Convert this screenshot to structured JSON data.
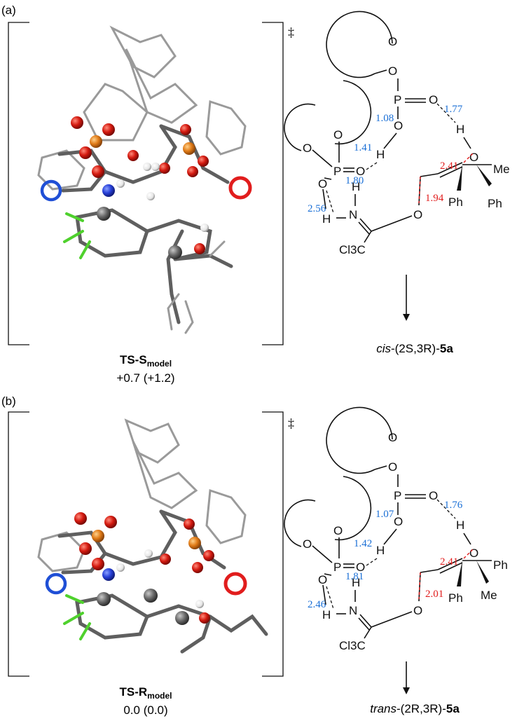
{
  "panels": [
    {
      "label": "(a)",
      "dagger": "‡",
      "ts_name": "TS-S",
      "ts_sub": "model",
      "energy": "+0.7 (+1.2)",
      "product_prefix": "cis",
      "product_config": "-(2S,3R)-",
      "product_id": "5a",
      "hbond_blue": [
        "1.77",
        "1.08",
        "1.41",
        "1.80",
        "2.56"
      ],
      "dist_red": [
        "2.41",
        "1.94"
      ],
      "sub_right_1": "Me",
      "sub_right_2": "Ph",
      "sub_vinyl": "Ph"
    },
    {
      "label": "(b)",
      "dagger": "‡",
      "ts_name": "TS-R",
      "ts_sub": "model",
      "energy": "0.0 (0.0)",
      "product_prefix": "trans",
      "product_config": "-(2R,3R)-",
      "product_id": "5a",
      "hbond_blue": [
        "1.76",
        "1.07",
        "1.42",
        "1.81",
        "2.46"
      ],
      "dist_red": [
        "2.41",
        "2.01"
      ],
      "sub_right_1": "Ph",
      "sub_right_2": "Me",
      "sub_vinyl": "Ph"
    }
  ],
  "atoms": {
    "O": "O",
    "P": "P",
    "H": "H",
    "N": "N",
    "cl3c": "Cl3C"
  },
  "colors": {
    "blue_label": "#1a6fd6",
    "red_label": "#e11d1d",
    "oxygen": "#d41a10",
    "phosphorus": "#e07b17",
    "nitrogen": "#2740d8",
    "fluorine": "#4fd12d",
    "carbon": "#6b6b6b",
    "hydrogen": "#f2f2f2"
  }
}
